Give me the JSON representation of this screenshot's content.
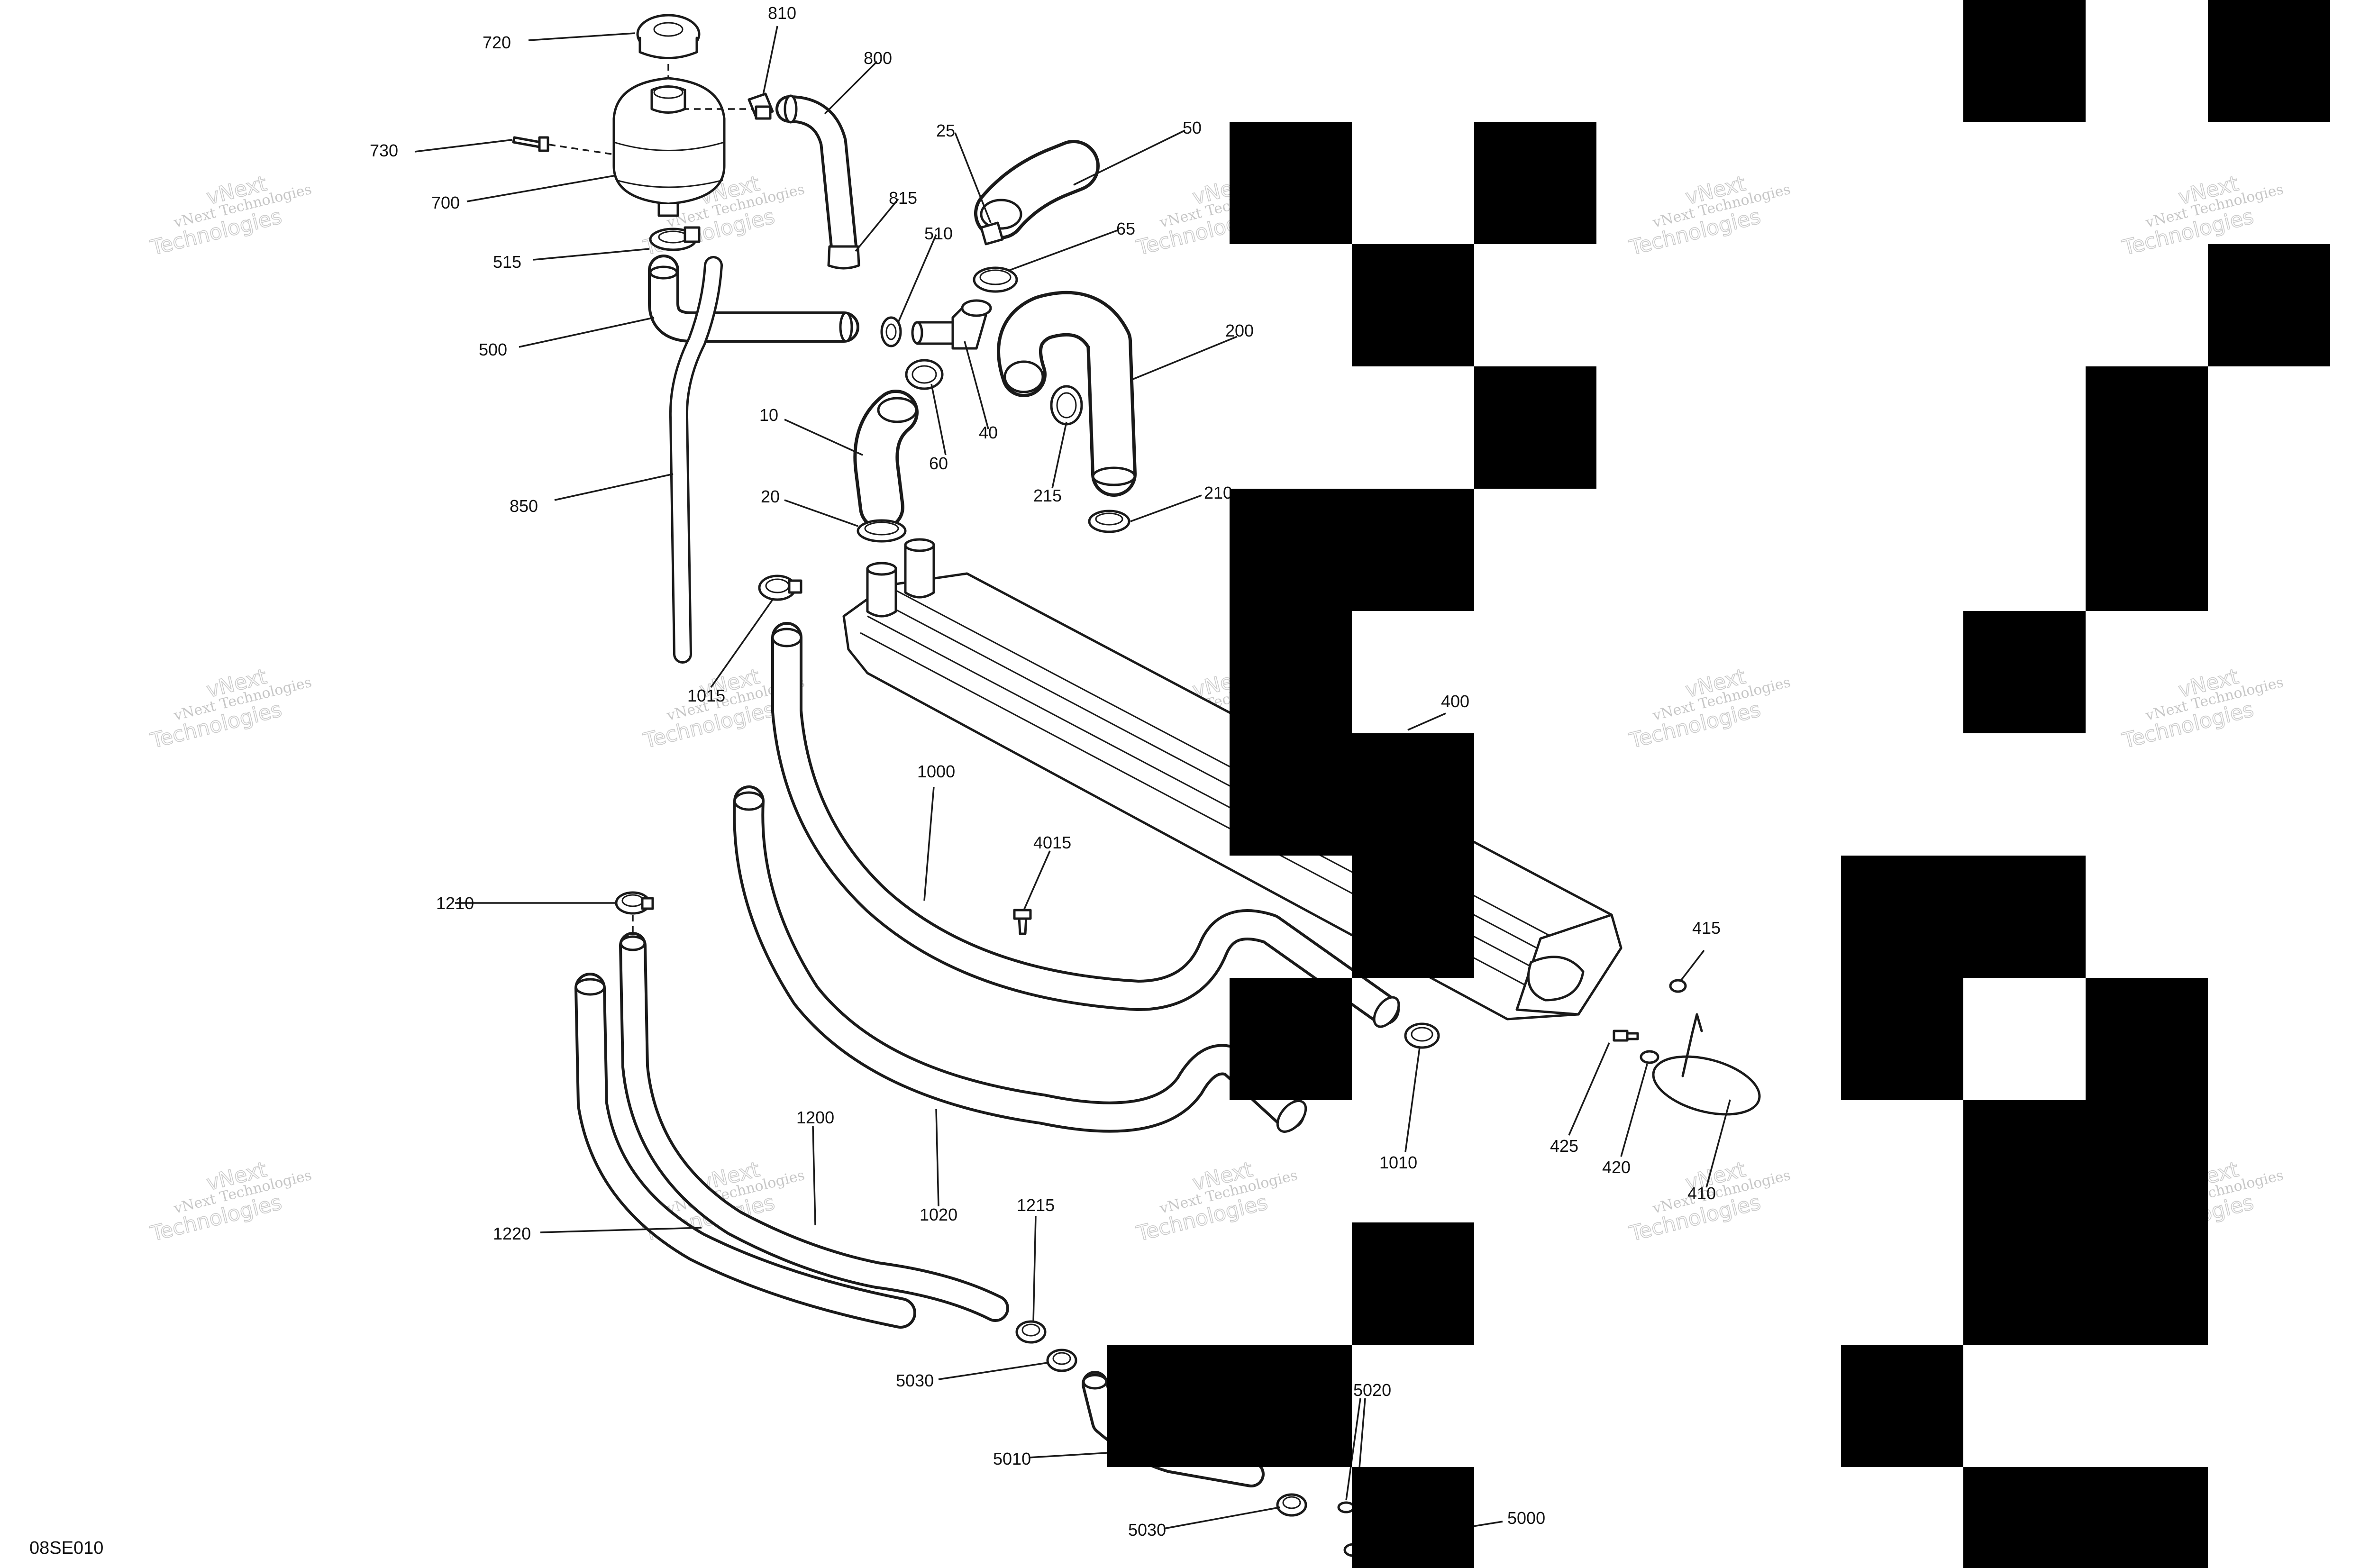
{
  "diagram_code": "08SE010",
  "watermark": {
    "line1": "vNext Technologies",
    "line2": "vNext",
    "line3": "Technologies"
  },
  "callouts": {
    "c10": "10",
    "c20": "20",
    "c25": "25",
    "c40": "40",
    "c50": "50",
    "c60": "60",
    "c65": "65",
    "c200": "200",
    "c210": "210",
    "c215": "215",
    "c400": "400",
    "c410": "410",
    "c415": "415",
    "c420": "420",
    "c425": "425",
    "c500": "500",
    "c510": "510",
    "c515": "515",
    "c700": "700",
    "c720": "720",
    "c730": "730",
    "c800": "800",
    "c810": "810",
    "c815": "815",
    "c850": "850",
    "c1000": "1000",
    "c1010": "1010",
    "c1015": "1015",
    "c1020": "1020",
    "c1200": "1200",
    "c1210": "1210",
    "c1215": "1215",
    "c1220": "1220",
    "c4015": "4015",
    "c5000": "5000",
    "c5010": "5010",
    "c5020": "5020",
    "c5030a": "5030",
    "c5030b": "5030"
  }
}
